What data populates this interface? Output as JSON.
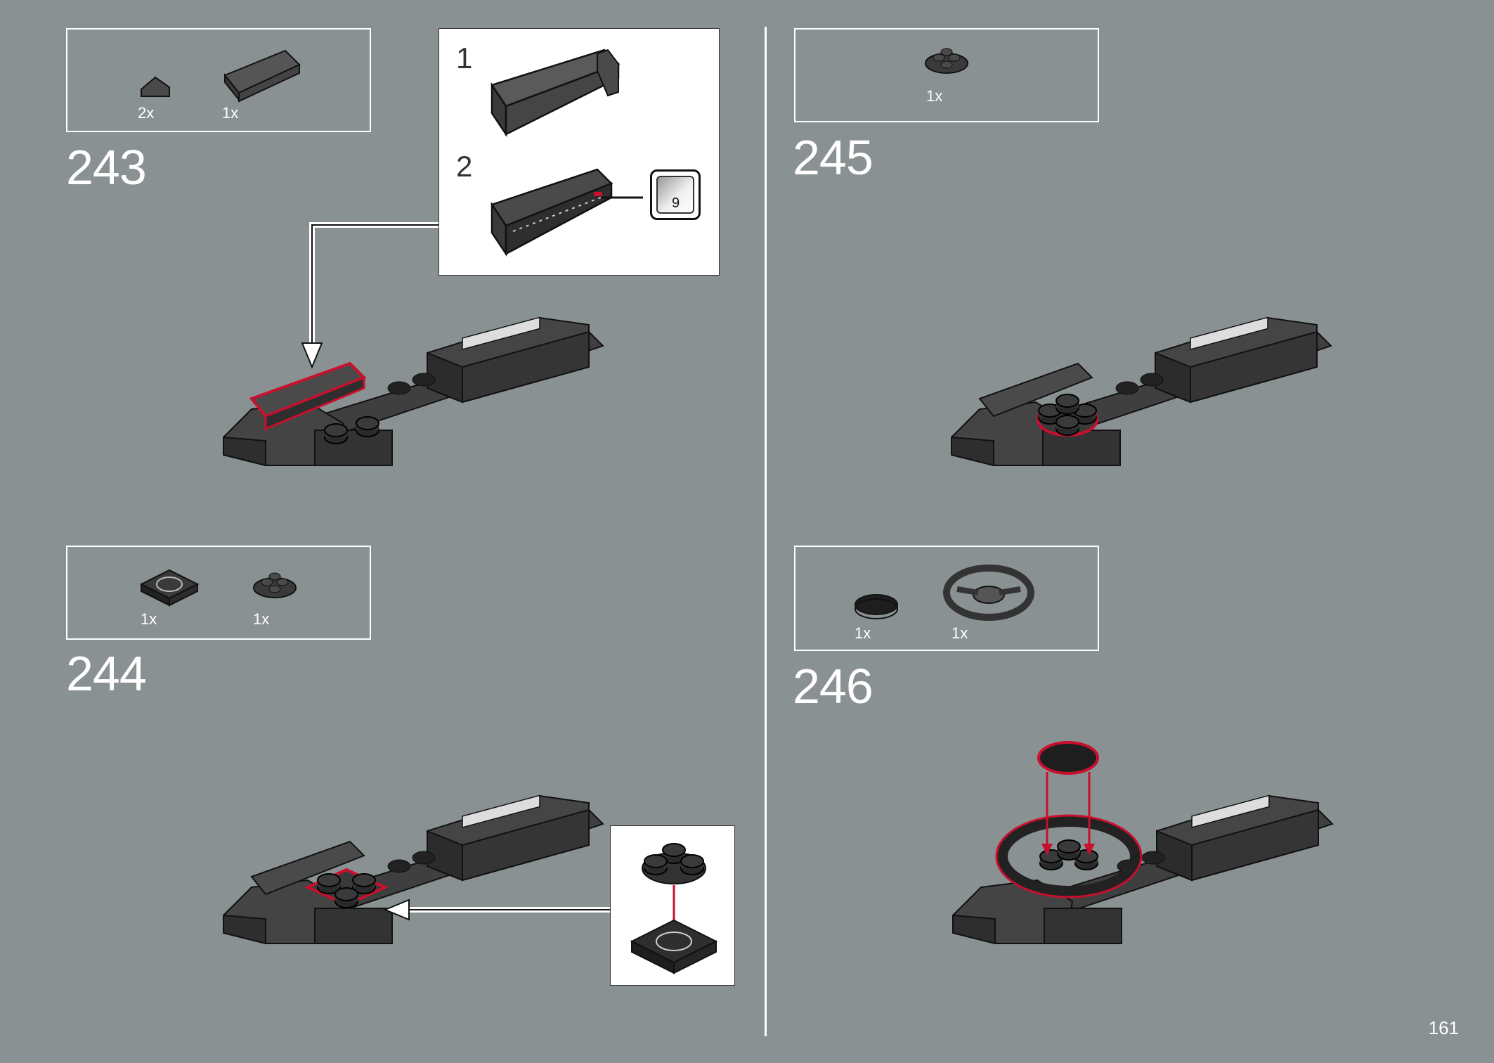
{
  "page_number": "161",
  "steps": [
    {
      "number": "243",
      "parts": [
        {
          "qty": "2x",
          "icon": "slope-brick-icon"
        },
        {
          "qty": "1x",
          "icon": "panel-icon"
        }
      ],
      "substeps": [
        {
          "number": "1"
        },
        {
          "number": "2",
          "sticker": "9"
        }
      ]
    },
    {
      "number": "244",
      "parts": [
        {
          "qty": "1x",
          "icon": "turntable-plate-icon"
        },
        {
          "qty": "1x",
          "icon": "round-plate-icon"
        }
      ]
    },
    {
      "number": "245",
      "parts": [
        {
          "qty": "1x",
          "icon": "round-plate-icon"
        }
      ]
    },
    {
      "number": "246",
      "parts": [
        {
          "qty": "1x",
          "icon": "round-tile-icon"
        },
        {
          "qty": "1x",
          "icon": "steering-wheel-icon"
        }
      ]
    }
  ],
  "colors": {
    "background": "#8a9192",
    "highlight": "#c8102e",
    "brick_dark": "#3a3a3a"
  }
}
